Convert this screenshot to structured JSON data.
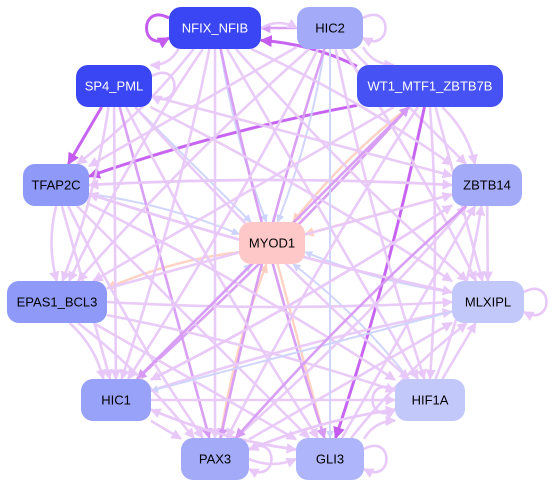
{
  "nodes": [
    {
      "id": "NFIX_NFIB",
      "label": "NFIX_NFIB",
      "fill": "#3a45f3",
      "text_color": "#ffffff"
    },
    {
      "id": "HIC2",
      "label": "HIC2",
      "fill": "#a3abf9",
      "text_color": "#000000"
    },
    {
      "id": "SP4_PML",
      "label": "SP4_PML",
      "fill": "#3a45f3",
      "text_color": "#ffffff"
    },
    {
      "id": "WT1_MTF1_ZBTB7B",
      "label": "WT1_MTF1_ZBTB7B",
      "fill": "#4652f4",
      "text_color": "#ffffff"
    },
    {
      "id": "TFAP2C",
      "label": "TFAP2C",
      "fill": "#8e99f8",
      "text_color": "#000000"
    },
    {
      "id": "ZBTB14",
      "label": "ZBTB14",
      "fill": "#a3abf9",
      "text_color": "#000000"
    },
    {
      "id": "MYOD1",
      "label": "MYOD1",
      "fill": "#ffc8c8",
      "text_color": "#000000"
    },
    {
      "id": "EPAS1_BCL3",
      "label": "EPAS1_BCL3",
      "fill": "#8e99f8",
      "text_color": "#000000"
    },
    {
      "id": "MLXIPL",
      "label": "MLXIPL",
      "fill": "#c3c8fb",
      "text_color": "#000000"
    },
    {
      "id": "HIC1",
      "label": "HIC1",
      "fill": "#98a2f8",
      "text_color": "#000000"
    },
    {
      "id": "HIF1A",
      "label": "HIF1A",
      "fill": "#c3c8fb",
      "text_color": "#000000"
    },
    {
      "id": "PAX3",
      "label": "PAX3",
      "fill": "#a3abf9",
      "text_color": "#000000"
    },
    {
      "id": "GLI3",
      "label": "GLI3",
      "fill": "#aeb5fa",
      "text_color": "#000000"
    }
  ],
  "edges": [
    {
      "source": "NFIX_NFIB",
      "target": "SP4_PML",
      "color": "#e8c8f8"
    },
    {
      "source": "HIC2",
      "target": "NFIX_NFIB",
      "color": "#d79af4"
    },
    {
      "source": "WT1_MTF1_ZBTB7B",
      "target": "NFIX_NFIB",
      "color": "#c45cf0"
    },
    {
      "source": "NFIX_NFIB",
      "target": "HIC2",
      "color": "#e8c8f8"
    },
    {
      "source": "SP4_PML",
      "target": "TFAP2C",
      "color": "#c45cf0"
    },
    {
      "source": "WT1_MTF1_ZBTB7B",
      "target": "TFAP2C",
      "color": "#c45cf0"
    },
    {
      "source": "NFIX_NFIB",
      "target": "TFAP2C",
      "color": "#e8c8f8"
    },
    {
      "source": "HIC2",
      "target": "ZBTB14",
      "color": "#e8c8f8"
    },
    {
      "source": "HIC2",
      "target": "WT1_MTF1_ZBTB7B",
      "color": "#e8c8f8"
    },
    {
      "source": "WT1_MTF1_ZBTB7B",
      "target": "ZBTB14",
      "color": "#e8c8f8"
    },
    {
      "source": "ZBTB14",
      "target": "MLXIPL",
      "color": "#e8c8f8"
    },
    {
      "source": "TFAP2C",
      "target": "EPAS1_BCL3",
      "color": "#e8c8f8"
    },
    {
      "source": "EPAS1_BCL3",
      "target": "HIC1",
      "color": "#e8c8f8"
    },
    {
      "source": "HIC1",
      "target": "PAX3",
      "color": "#e8c8f8"
    },
    {
      "source": "PAX3",
      "target": "GLI3",
      "color": "#e8c8f8"
    },
    {
      "source": "GLI3",
      "target": "HIF1A",
      "color": "#e8c8f8"
    },
    {
      "source": "HIF1A",
      "target": "MLXIPL",
      "color": "#e8c8f8"
    },
    {
      "source": "NFIX_NFIB",
      "target": "MYOD1",
      "color": "#cdd3fb"
    },
    {
      "source": "HIC2",
      "target": "MYOD1",
      "color": "#cdd3fb"
    },
    {
      "source": "SP4_PML",
      "target": "MYOD1",
      "color": "#cdd3fb"
    },
    {
      "source": "WT1_MTF1_ZBTB7B",
      "target": "MYOD1",
      "color": "#ffd0c0"
    },
    {
      "source": "TFAP2C",
      "target": "MYOD1",
      "color": "#cdd3fb"
    },
    {
      "source": "ZBTB14",
      "target": "MYOD1",
      "color": "#ffd0c0"
    },
    {
      "source": "MYOD1",
      "target": "EPAS1_BCL3",
      "color": "#ffd0c0"
    },
    {
      "source": "MLXIPL",
      "target": "MYOD1",
      "color": "#cdd3fb"
    },
    {
      "source": "HIC1",
      "target": "MYOD1",
      "color": "#cdd3fb"
    },
    {
      "source": "HIF1A",
      "target": "MYOD1",
      "color": "#cdd3fb"
    },
    {
      "source": "PAX3",
      "target": "MYOD1",
      "color": "#ffd0c0"
    },
    {
      "source": "MYOD1",
      "target": "GLI3",
      "color": "#ffd0c0"
    },
    {
      "source": "NFIX_NFIB",
      "target": "GLI3",
      "color": "#d79af4"
    },
    {
      "source": "WT1_MTF1_ZBTB7B",
      "target": "GLI3",
      "color": "#c45cf0"
    },
    {
      "source": "SP4_PML",
      "target": "PAX3",
      "color": "#d79af4"
    },
    {
      "source": "HIC2",
      "target": "PAX3",
      "color": "#d79af4"
    },
    {
      "source": "WT1_MTF1_ZBTB7B",
      "target": "HIC1",
      "color": "#d79af4"
    },
    {
      "source": "NFIX_NFIB",
      "target": "HIF1A",
      "color": "#e8c8f8"
    },
    {
      "source": "SP4_PML",
      "target": "HIF1A",
      "color": "#e8c8f8"
    },
    {
      "source": "TFAP2C",
      "target": "HIF1A",
      "color": "#e8c8f8"
    },
    {
      "source": "TFAP2C",
      "target": "GLI3",
      "color": "#e8c8f8"
    },
    {
      "source": "TFAP2C",
      "target": "MLXIPL",
      "color": "#e8c8f8"
    },
    {
      "source": "TFAP2C",
      "target": "ZBTB14",
      "color": "#e8c8f8"
    },
    {
      "source": "EPAS1_BCL3",
      "target": "ZBTB14",
      "color": "#e8c8f8"
    },
    {
      "source": "EPAS1_BCL3",
      "target": "MLXIPL",
      "color": "#e8c8f8"
    },
    {
      "source": "EPAS1_BCL3",
      "target": "HIF1A",
      "color": "#e8c8f8"
    },
    {
      "source": "EPAS1_BCL3",
      "target": "GLI3",
      "color": "#e8c8f8"
    },
    {
      "source": "HIC1",
      "target": "ZBTB14",
      "color": "#e8c8f8"
    },
    {
      "source": "HIC1",
      "target": "MLXIPL",
      "color": "#e8c8f8"
    },
    {
      "source": "HIC1",
      "target": "HIF1A",
      "color": "#e8c8f8"
    },
    {
      "source": "HIC1",
      "target": "GLI3",
      "color": "#e8c8f8"
    },
    {
      "source": "PAX3",
      "target": "HIF1A",
      "color": "#e8c8f8"
    },
    {
      "source": "PAX3",
      "target": "MLXIPL",
      "color": "#e8c8f8"
    },
    {
      "source": "PAX3",
      "target": "ZBTB14",
      "color": "#e8c8f8"
    },
    {
      "source": "GLI3",
      "target": "MLXIPL",
      "color": "#e8c8f8"
    },
    {
      "source": "GLI3",
      "target": "ZBTB14",
      "color": "#e8c8f8"
    },
    {
      "source": "HIF1A",
      "target": "ZBTB14",
      "color": "#e8c8f8"
    },
    {
      "source": "SP4_PML",
      "target": "EPAS1_BCL3",
      "color": "#e8c8f8"
    },
    {
      "source": "SP4_PML",
      "target": "HIC1",
      "color": "#e8c8f8"
    },
    {
      "source": "SP4_PML",
      "target": "GLI3",
      "color": "#e8c8f8"
    },
    {
      "source": "SP4_PML",
      "target": "MLXIPL",
      "color": "#e8c8f8"
    },
    {
      "source": "SP4_PML",
      "target": "ZBTB14",
      "color": "#e8c8f8"
    },
    {
      "source": "NFIX_NFIB",
      "target": "EPAS1_BCL3",
      "color": "#e8c8f8"
    },
    {
      "source": "NFIX_NFIB",
      "target": "HIC1",
      "color": "#e8c8f8"
    },
    {
      "source": "NFIX_NFIB",
      "target": "PAX3",
      "color": "#e8c8f8"
    },
    {
      "source": "NFIX_NFIB",
      "target": "MLXIPL",
      "color": "#e8c8f8"
    },
    {
      "source": "NFIX_NFIB",
      "target": "ZBTB14",
      "color": "#e8c8f8"
    },
    {
      "source": "HIC2",
      "target": "TFAP2C",
      "color": "#e8c8f8"
    },
    {
      "source": "HIC2",
      "target": "EPAS1_BCL3",
      "color": "#e8c8f8"
    },
    {
      "source": "HIC2",
      "target": "HIC1",
      "color": "#e8c8f8"
    },
    {
      "source": "HIC2",
      "target": "GLI3",
      "color": "#cdd3fb"
    },
    {
      "source": "HIC2",
      "target": "HIF1A",
      "color": "#e8c8f8"
    },
    {
      "source": "HIC2",
      "target": "MLXIPL",
      "color": "#e8c8f8"
    },
    {
      "source": "WT1_MTF1_ZBTB7B",
      "target": "EPAS1_BCL3",
      "color": "#e8c8f8"
    },
    {
      "source": "WT1_MTF1_ZBTB7B",
      "target": "PAX3",
      "color": "#e8c8f8"
    },
    {
      "source": "WT1_MTF1_ZBTB7B",
      "target": "HIF1A",
      "color": "#e8c8f8"
    },
    {
      "source": "WT1_MTF1_ZBTB7B",
      "target": "MLXIPL",
      "color": "#e8c8f8"
    },
    {
      "source": "ZBTB14",
      "target": "TFAP2C",
      "color": "#e8c8f8"
    },
    {
      "source": "MLXIPL",
      "target": "TFAP2C",
      "color": "#e8c8f8"
    },
    {
      "source": "MLXIPL",
      "target": "HIC1",
      "color": "#cdd3fb"
    },
    {
      "source": "HIF1A",
      "target": "PAX3",
      "color": "#e8c8f8"
    },
    {
      "source": "GLI3",
      "target": "HIC1",
      "color": "#e8c8f8"
    },
    {
      "source": "TFAP2C",
      "target": "HIC1",
      "color": "#e8c8f8"
    },
    {
      "source": "TFAP2C",
      "target": "PAX3",
      "color": "#e8c8f8"
    },
    {
      "source": "EPAS1_BCL3",
      "target": "PAX3",
      "color": "#e8c8f8"
    },
    {
      "source": "HIC1",
      "target": "WT1_MTF1_ZBTB7B",
      "color": "#d79af4"
    },
    {
      "source": "ZBTB14",
      "target": "PAX3",
      "color": "#d79af4"
    },
    {
      "source": "ZBTB14",
      "target": "HIC1",
      "color": "#e8c8f8"
    }
  ],
  "self_loops": [
    {
      "node": "NFIX_NFIB",
      "color": "#c45cf0"
    },
    {
      "node": "HIC2",
      "color": "#e8c8f8"
    },
    {
      "node": "SP4_PML",
      "color": "#e8c8f8"
    },
    {
      "node": "MLXIPL",
      "color": "#e8c8f8"
    },
    {
      "node": "PAX3",
      "color": "#e8c8f8"
    },
    {
      "node": "GLI3",
      "color": "#e8c8f8"
    },
    {
      "node": "HIF1A",
      "color": "#e8c8f8"
    }
  ]
}
